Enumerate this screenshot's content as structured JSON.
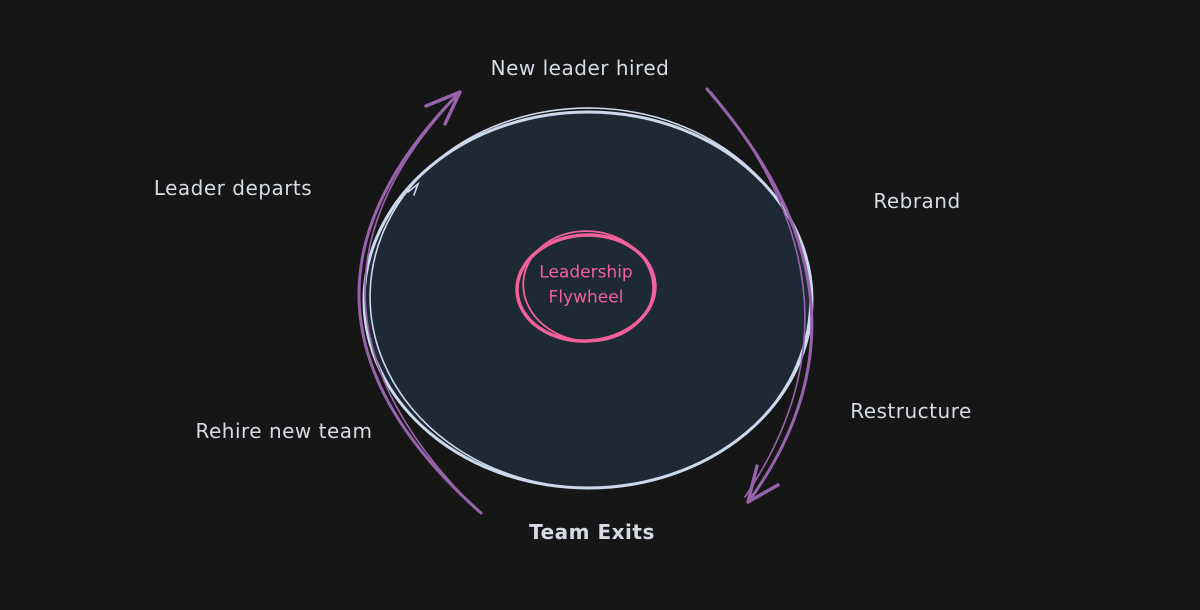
{
  "diagram": {
    "title": "Leadership Flywheel",
    "center": {
      "line1": "Leadership",
      "line2": "Flywheel"
    },
    "labels": {
      "top": "New leader hired",
      "right_top": "Rebrand",
      "right_bottom": "Restructure",
      "bottom": "Team Exits",
      "left_bottom": "Rehire new team",
      "left_top": "Leader departs"
    },
    "colors": {
      "background": "#161616",
      "wheel_fill": "#1d2935",
      "wheel_stroke": "#ccd9ec",
      "arrow_stroke": "#9763ab",
      "center_accent": "#f3609e",
      "label_text": "#d6dbe4"
    }
  }
}
